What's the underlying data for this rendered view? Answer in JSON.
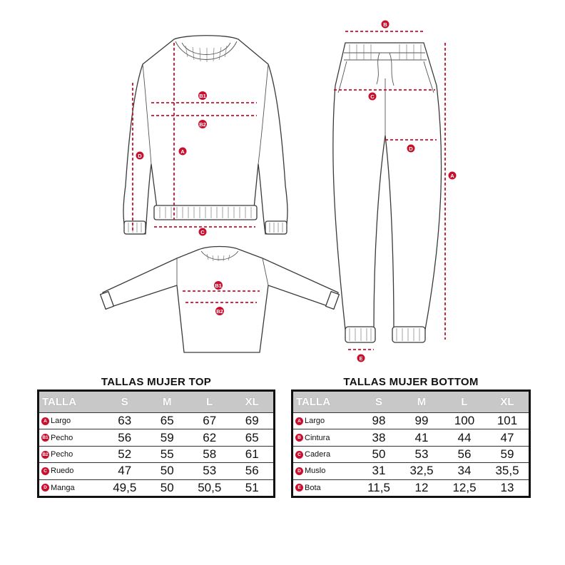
{
  "markers": {
    "a": "A",
    "b": "B",
    "b1": "B1",
    "b2": "B2",
    "c": "C",
    "d": "D",
    "e": "E"
  },
  "colors": {
    "accent": "#c8102e",
    "header_bg": "#c8c8c8"
  },
  "top_table": {
    "title": "TALLAS MUJER TOP",
    "headers": [
      "TALLA",
      "S",
      "M",
      "L",
      "XL"
    ],
    "rows": [
      {
        "badge": "A",
        "label": "Largo",
        "values": [
          "63",
          "65",
          "67",
          "69"
        ]
      },
      {
        "badge": "B1",
        "label": "Pecho",
        "values": [
          "56",
          "59",
          "62",
          "65"
        ]
      },
      {
        "badge": "B2",
        "label": "Pecho",
        "values": [
          "52",
          "55",
          "58",
          "61"
        ]
      },
      {
        "badge": "C",
        "label": "Ruedo",
        "values": [
          "47",
          "50",
          "53",
          "56"
        ]
      },
      {
        "badge": "D",
        "label": "Manga",
        "values": [
          "49,5",
          "50",
          "50,5",
          "51"
        ]
      }
    ]
  },
  "bottom_table": {
    "title": "TALLAS MUJER BOTTOM",
    "headers": [
      "TALLA",
      "S",
      "M",
      "L",
      "XL"
    ],
    "rows": [
      {
        "badge": "A",
        "label": "Largo",
        "values": [
          "98",
          "99",
          "100",
          "101"
        ]
      },
      {
        "badge": "B",
        "label": "Cintura",
        "values": [
          "38",
          "41",
          "44",
          "47"
        ]
      },
      {
        "badge": "C",
        "label": "Cadera",
        "values": [
          "50",
          "53",
          "56",
          "59"
        ]
      },
      {
        "badge": "D",
        "label": "Muslo",
        "values": [
          "31",
          "32,5",
          "34",
          "35,5"
        ]
      },
      {
        "badge": "E",
        "label": "Bota",
        "values": [
          "11,5",
          "12",
          "12,5",
          "13"
        ]
      }
    ]
  }
}
